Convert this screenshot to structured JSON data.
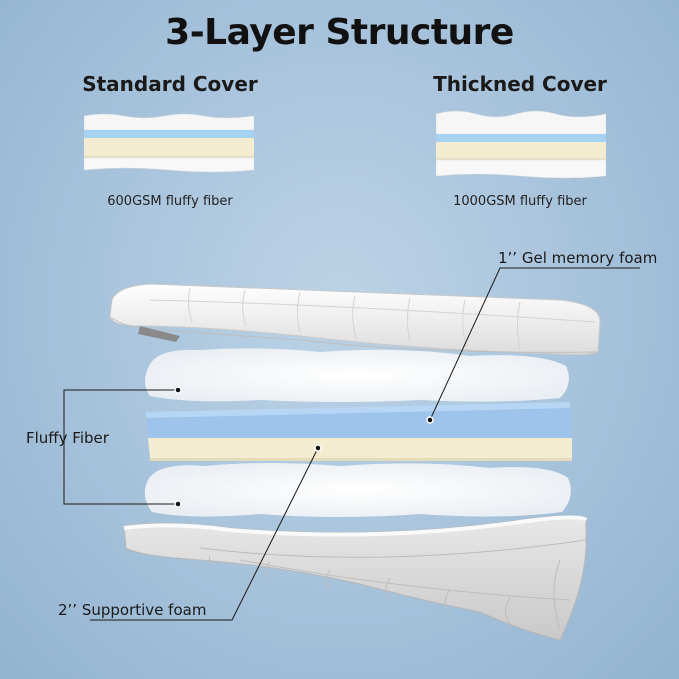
{
  "title": "3-Layer Structure",
  "covers": [
    {
      "label": "Standard Cover",
      "description": "600GSM fluffy fiber"
    },
    {
      "label": "Thickned Cover",
      "description": "1000GSM fluffy fiber"
    }
  ],
  "annotations": {
    "gel_foam": "1’’ Gel memory foam",
    "fluffy_fiber": "Fluffy Fiber",
    "supportive_foam": "2’’ Supportive foam"
  },
  "colors": {
    "background": "#a9c4dc",
    "gel_layer": "#9ec4ec",
    "cream_layer": "#f3ecd0",
    "fiber": "#ffffff",
    "cover": "#f2f2f2"
  }
}
